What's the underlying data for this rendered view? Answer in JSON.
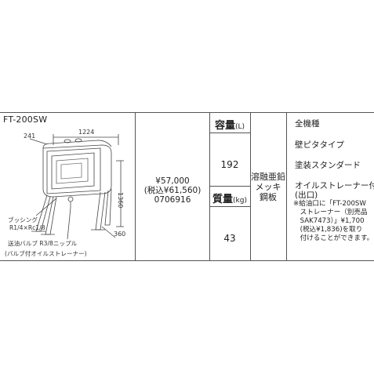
{
  "product": {
    "model": "FT-200SW",
    "price": "¥57,000",
    "price_tax_incl": "(税込¥61,560)",
    "code": "0706916"
  },
  "specs": {
    "capacity_header": "容量",
    "capacity_unit": "(L)",
    "capacity_value": "192",
    "mass_header": "質量",
    "mass_unit": "(kg)",
    "mass_value": "43",
    "material_lines": [
      "溶融亜鉛",
      "メッキ",
      "鋼板"
    ]
  },
  "features": [
    "全機種",
    "壁ピタタイプ",
    "塗装スタンダード",
    "オイルストレーナー付",
    "(出口)"
  ],
  "note_lines": [
    "※給油口に「FT-200SW",
    "　ストレーナー（別売品",
    "　SAK7473）」¥1,700",
    "　(税込¥1,836)を取り",
    "　付けることができます。"
  ],
  "diagram": {
    "dim_width": "1224",
    "dim_depth_top": "241",
    "dim_height": "1360",
    "dim_depth_bottom": "360",
    "label_bushing_1": "ブッシング",
    "label_bushing_2": "R1/4×Rc1/8",
    "label_valve_1": "送油バルブ R3/8ニップル",
    "label_valve_2": "(バルブ付オイルストレーナー)"
  }
}
